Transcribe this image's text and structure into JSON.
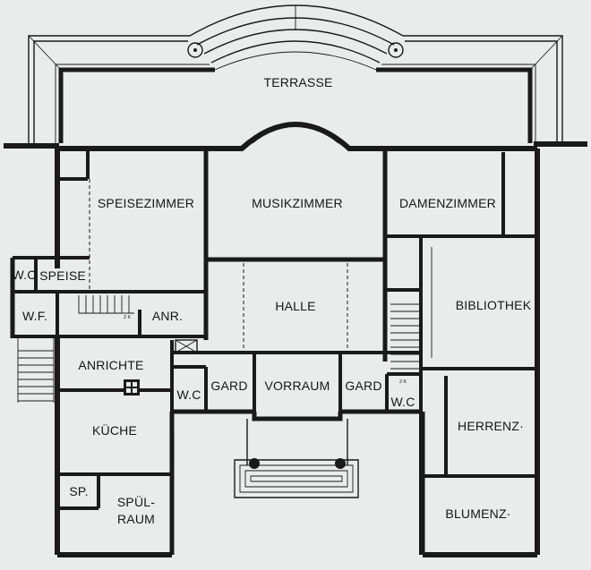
{
  "plan": {
    "background": "#e9eceb",
    "ink": "#1a1a1a",
    "labels": {
      "terrasse": "TERRASSE",
      "speisezimmer": "SPEISEZIMMER",
      "musikzimmer": "MUSIKZIMMER",
      "damenzimmer": "DAMENZIMMER",
      "wc_top": "W.C",
      "speise": "SPEISE",
      "wf": "W.F.",
      "zk_left": "Z·K",
      "anr": "ANR.",
      "halle": "HALLE",
      "bibliothek": "BIBLIOTHEK",
      "anrichte": "ANRICHTE",
      "wc_left": "W.C",
      "gard_left": "GARD",
      "vorraum": "VORRAUM",
      "gard_right": "GARD",
      "zk_right": "Z·K",
      "wc_right": "W.C",
      "kueche": "KÜCHE",
      "herrenz": "HERRENZ·",
      "sp": "SP.",
      "spuel": "SPÜL-",
      "raum": "RAUM",
      "blumenz": "BLUMENZ·"
    }
  }
}
